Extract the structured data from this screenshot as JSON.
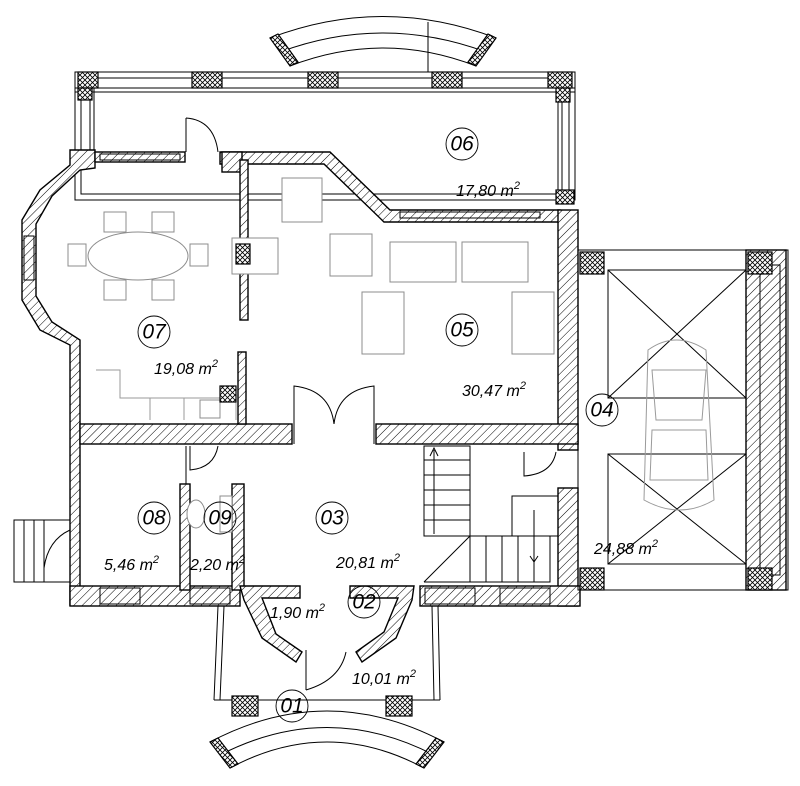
{
  "rooms": [
    {
      "id": "01",
      "label": "01",
      "area": "10,01",
      "unit": "m",
      "sup": "2"
    },
    {
      "id": "02",
      "label": "02",
      "area": "1,90",
      "unit": "m",
      "sup": "2"
    },
    {
      "id": "03",
      "label": "03",
      "area": "20,81",
      "unit": "m",
      "sup": "2"
    },
    {
      "id": "04",
      "label": "04",
      "area": "24,88",
      "unit": "m",
      "sup": "2"
    },
    {
      "id": "05",
      "label": "05",
      "area": "30,47",
      "unit": "m",
      "sup": "2"
    },
    {
      "id": "06",
      "label": "06",
      "area": "17,80",
      "unit": "m",
      "sup": "2"
    },
    {
      "id": "07",
      "label": "07",
      "area": "19,08",
      "unit": "m",
      "sup": "2"
    },
    {
      "id": "08",
      "label": "08",
      "area": "5,46",
      "unit": "m",
      "sup": "2"
    },
    {
      "id": "09",
      "label": "09",
      "area": "2,20",
      "unit": "m",
      "sup": "2"
    }
  ]
}
